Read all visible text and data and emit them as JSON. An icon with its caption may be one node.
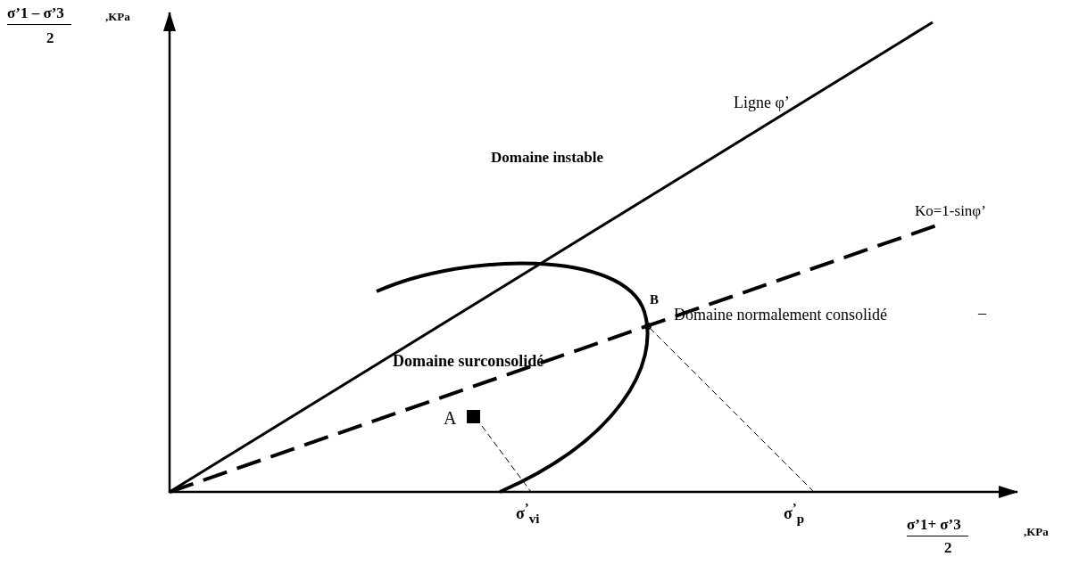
{
  "diagram": {
    "labels": [
      "σ’1 – σ’3",
      "2",
      ",KPa",
      "Domaine instable",
      "Ligne φ’",
      "Ko=1-sinφ’",
      "B",
      "Domaine normalement consolidé",
      "–",
      "Domaine surconsolidé",
      "A",
      "σ$^{’}$$_{vi}$",
      "σ$^{’}$$_{p}$",
      "σ’1+ σ’3",
      "2",
      ",KPa"
    ]
  }
}
